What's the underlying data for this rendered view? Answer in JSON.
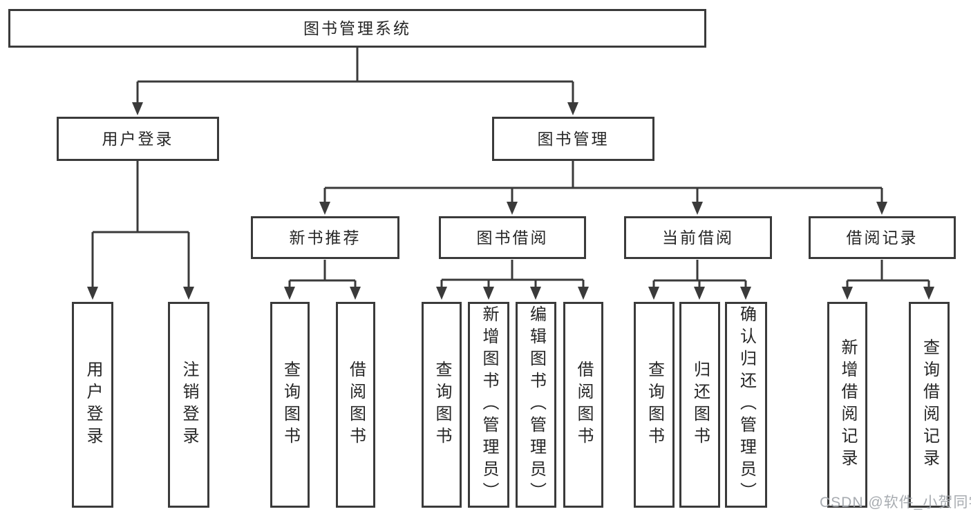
{
  "diagram": {
    "type": "hierarchy-tree",
    "root": {
      "label": "图书管理系统",
      "children": [
        {
          "label": "用户登录",
          "children": [
            {
              "label": "用户登录"
            },
            {
              "label": "注销登录"
            }
          ]
        },
        {
          "label": "图书管理",
          "children": [
            {
              "label": "新书推荐",
              "children": [
                {
                  "label": "查询图书"
                },
                {
                  "label": "借阅图书"
                }
              ]
            },
            {
              "label": "图书借阅",
              "children": [
                {
                  "label": "查询图书"
                },
                {
                  "label": "新增图书（管理员）"
                },
                {
                  "label": "编辑图书（管理员）"
                },
                {
                  "label": "借阅图书"
                }
              ]
            },
            {
              "label": "当前借阅",
              "children": [
                {
                  "label": "查询图书"
                },
                {
                  "label": "归还图书"
                },
                {
                  "label": "确认归还（管理员）"
                }
              ]
            },
            {
              "label": "借阅记录",
              "children": [
                {
                  "label": "新增借阅记录"
                },
                {
                  "label": "查询借阅记录"
                }
              ]
            }
          ]
        }
      ]
    },
    "colors": {
      "line": "#3a3a3a",
      "border": "#3a3a3a",
      "text": "#262626",
      "background": "#ffffff",
      "watermark": "#a2a7ac"
    }
  },
  "watermark": "CSDN @软件_小贺同学"
}
